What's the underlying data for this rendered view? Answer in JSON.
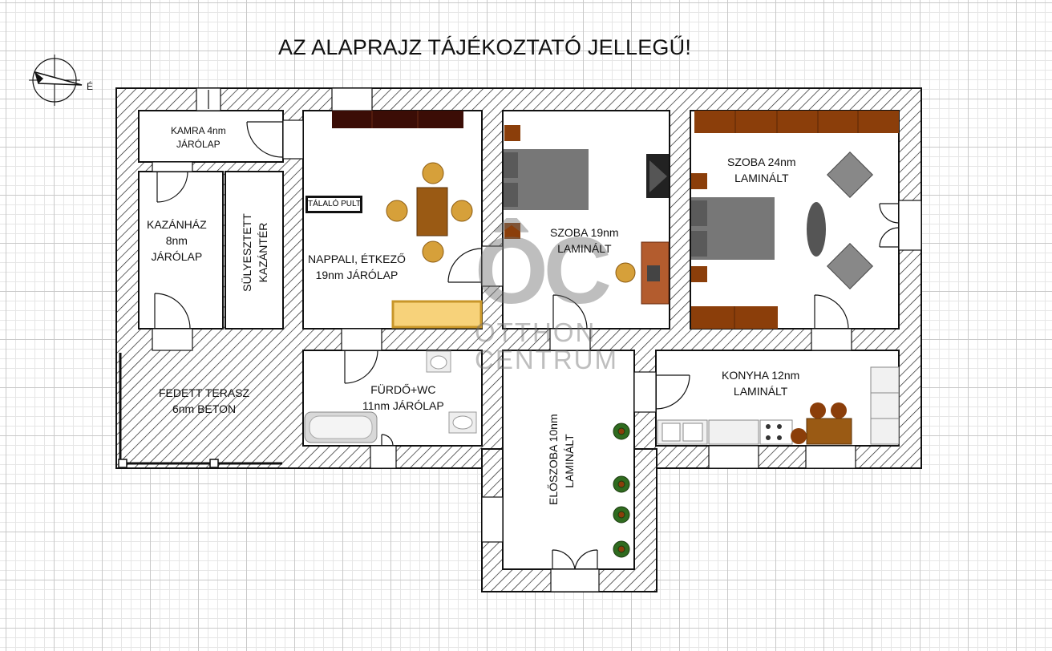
{
  "title": "AZ ALAPRAJZ TÁJÉKOZTATÓ JELLEGŰ!",
  "compass_label": "É",
  "rooms": {
    "kamra": [
      "KAMRA 4nm",
      "JÁRÓLAP"
    ],
    "kazanhaz": [
      "KAZÁNHÁZ",
      "8nm",
      "JÁRÓLAP"
    ],
    "kazanter": [
      "SÜLYESZTETT",
      "KAZÁNTÉR"
    ],
    "nappali": [
      "NAPPALI, ÉTKEZŐ",
      "19nm JÁRÓLAP"
    ],
    "talalo": "TÁLALÓ PULT",
    "szoba19": [
      "SZOBA 19nm",
      "LAMINÁLT"
    ],
    "szoba24": [
      "SZOBA 24nm",
      "LAMINÁLT"
    ],
    "terasz": [
      "FEDETT TERASZ",
      "6nm BETON"
    ],
    "furdo": [
      "FÜRDŐ+WC",
      "11nm JÁRÓLAP"
    ],
    "konyha": [
      "KONYHA 12nm",
      "LAMINÁLT"
    ],
    "eloszoba": [
      "ELŐSZOBA 10nm",
      "LAMINÁLT"
    ]
  },
  "watermark": {
    "logo": "ÔC",
    "line1": "OTTHON",
    "line2": "CENTRUM"
  },
  "colors": {
    "wall": "#111111",
    "wood_dark": "#8b3e0a",
    "wood_very_dark": "#3b0d06",
    "table": "#9a5a14",
    "chair": "#d6a03a",
    "bed_gray": "#777777",
    "sofa_yellow": "#f7d27a",
    "plant_green": "#2f6b1f"
  }
}
